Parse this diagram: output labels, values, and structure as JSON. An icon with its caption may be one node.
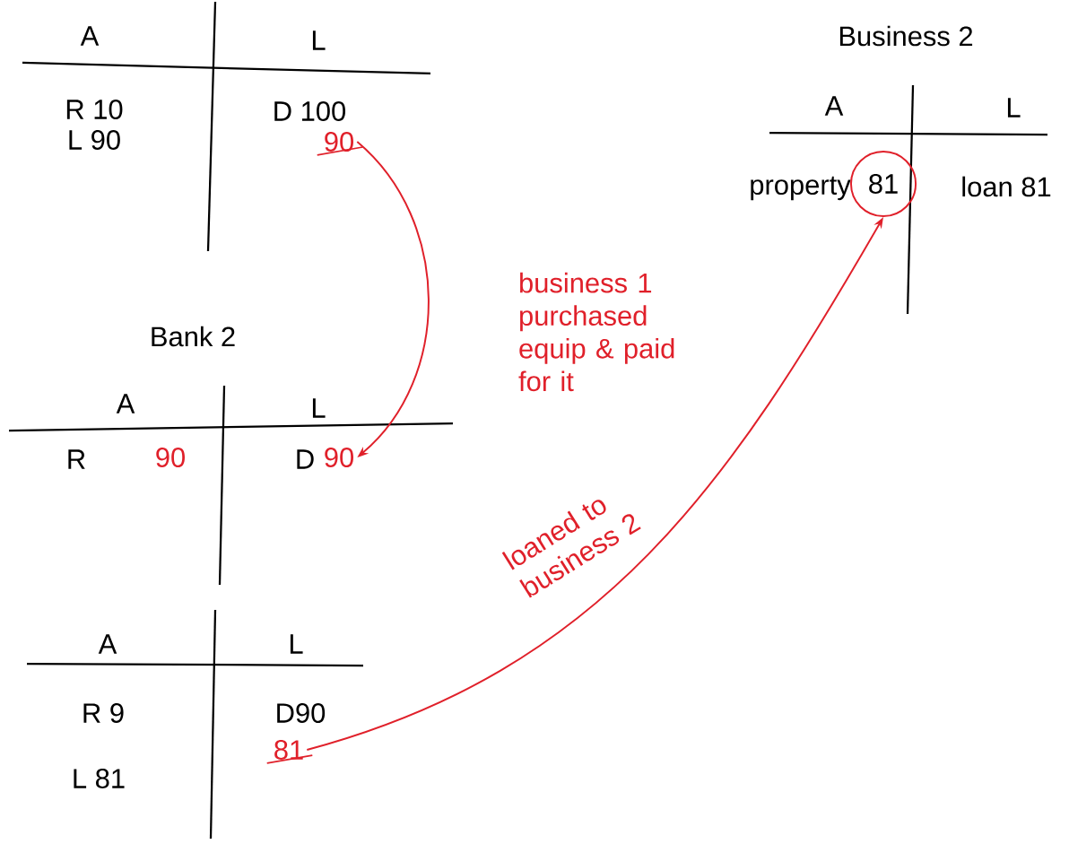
{
  "diagram": {
    "nodes": [
      {
        "text": [
          "90"
        ]
      },
      {
        "text": [
          "90"
        ]
      },
      {
        "text": [
          "81"
        ]
      },
      {
        "text": [
          "81"
        ]
      }
    ],
    "edges": [
      {
        "from": 0,
        "to": 1,
        "arrow": "to",
        "label": "business 1 purchased equip & paid for it"
      },
      {
        "from": 2,
        "to": 3,
        "arrow": "to",
        "label": "loaned to business 2"
      }
    ],
    "labels": [
      "A",
      "L",
      "R 10",
      "L 90",
      "D 100",
      "Bank 2",
      "A",
      "L",
      "R",
      "90",
      "D",
      "A",
      "L",
      "R 9",
      "L 81",
      "D90",
      "Business 2",
      "A",
      "L",
      "property",
      "loan 81"
    ]
  }
}
